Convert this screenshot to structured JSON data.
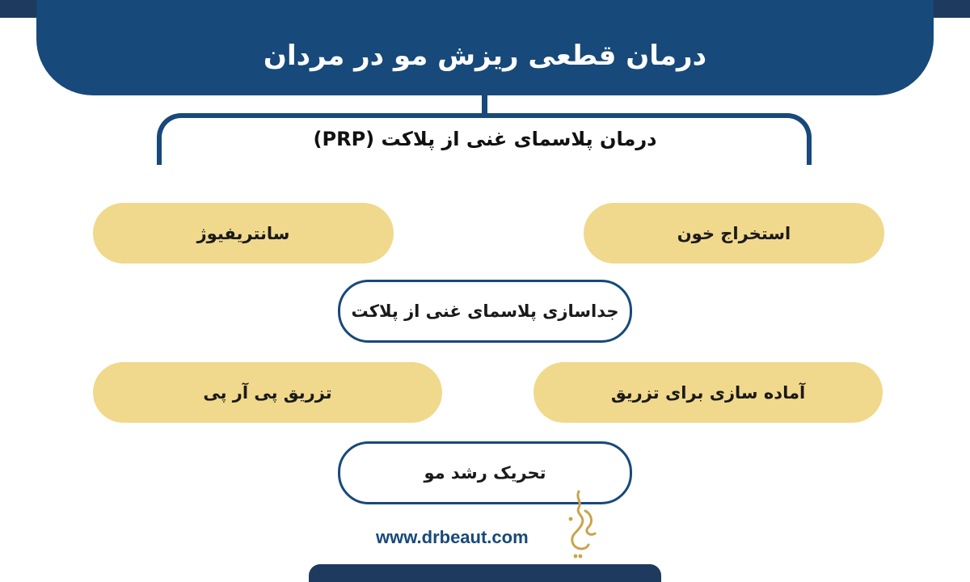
{
  "header": {
    "title": "درمان قطعی ریزش مو در مردان"
  },
  "subtitle": "درمان پلاسمای غنی از پلاکت (PRP)",
  "steps": {
    "blood_extraction": "استخراج خون",
    "centrifuge": "سانتریفیوژ",
    "separation": "جداسازی پلاسمای غنی از پلاکت",
    "preparation": "آماده سازی برای تزریق",
    "injection": "تزریق پی آر پی",
    "stimulation": "تحریک رشد مو"
  },
  "footer": {
    "website": "www.drbeaut.com"
  },
  "colors": {
    "navy": "#17497a",
    "gold": "#f0d98c",
    "logo_gold": "#c9a44c"
  }
}
